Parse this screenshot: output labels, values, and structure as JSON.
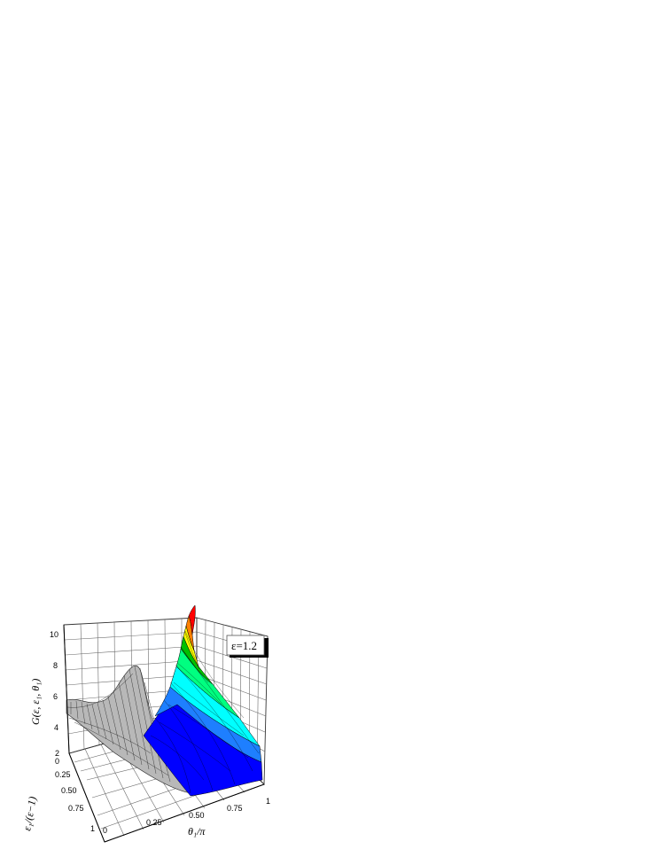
{
  "chart_data": {
    "type": "surface3d",
    "title": "",
    "annotation": "ε=1.2",
    "parameter": {
      "name": "ε",
      "value": 1.2
    },
    "zlabel": "G(ε, ε1, θ1)",
    "ylabel": "ε1/(ε−1)",
    "xlabel": "θ1/π",
    "zlim": [
      2,
      10
    ],
    "ylim": [
      0,
      1
    ],
    "xlim": [
      0,
      1
    ],
    "z_ticks": [
      "2",
      "4",
      "6",
      "8",
      "10"
    ],
    "y_ticks": [
      "0",
      "0.25",
      "0.50",
      "0.75",
      "1"
    ],
    "x_ticks": [
      "0",
      "0.25",
      "0.50",
      "0.75",
      "1"
    ],
    "grid": true,
    "colormap_bands": [
      "#0000ff",
      "#1e7fff",
      "#00ffff",
      "#00ff80",
      "#00c000",
      "#ffff00",
      "#ff8000",
      "#ff0000"
    ],
    "surface_features": [
      {
        "region": "grey mesh",
        "description": "ridge along theta1/pi≈0–0.4, peak ≈8 near theta1/pi≈0.25 at ε1 near 0, plateau ≈5.5 at theta1/pi=0"
      },
      {
        "region": "colored mesh",
        "description": "sharp peak ≈10.5 at theta1/pi≈0.5, ε1/(ε−1)=0; decays to ≈2.5 toward ε1/(ε−1)=1 and theta1/pi=1"
      }
    ],
    "approx_values": [
      {
        "theta1_over_pi": 0.0,
        "eps1_over_eps_minus_1": 0.0,
        "G": 5.6
      },
      {
        "theta1_over_pi": 0.25,
        "eps1_over_eps_minus_1": 0.0,
        "G": 8.0
      },
      {
        "theta1_over_pi": 0.5,
        "eps1_over_eps_minus_1": 0.0,
        "G": 10.5
      },
      {
        "theta1_over_pi": 0.75,
        "eps1_over_eps_minus_1": 0.0,
        "G": 6.0
      },
      {
        "theta1_over_pi": 1.0,
        "eps1_over_eps_minus_1": 0.0,
        "G": 3.5
      },
      {
        "theta1_over_pi": 0.5,
        "eps1_over_eps_minus_1": 0.5,
        "G": 2.5
      },
      {
        "theta1_over_pi": 1.0,
        "eps1_over_eps_minus_1": 1.0,
        "G": 2.5
      }
    ]
  },
  "legend": {
    "text": "ε=1.2"
  },
  "axes": {
    "z_label": "G(ε, ε₁, θ₁)",
    "y_label": "ε₁/(ε−1)",
    "x_label": "θ₁/π",
    "z_ticks": [
      "10",
      "8",
      "6",
      "4",
      "2"
    ],
    "y_ticks": [
      "0",
      "0.25",
      "0.50",
      "0.75",
      "1"
    ],
    "x_ticks": [
      "0",
      "0.25",
      "0.50",
      "0.75",
      "1"
    ]
  }
}
